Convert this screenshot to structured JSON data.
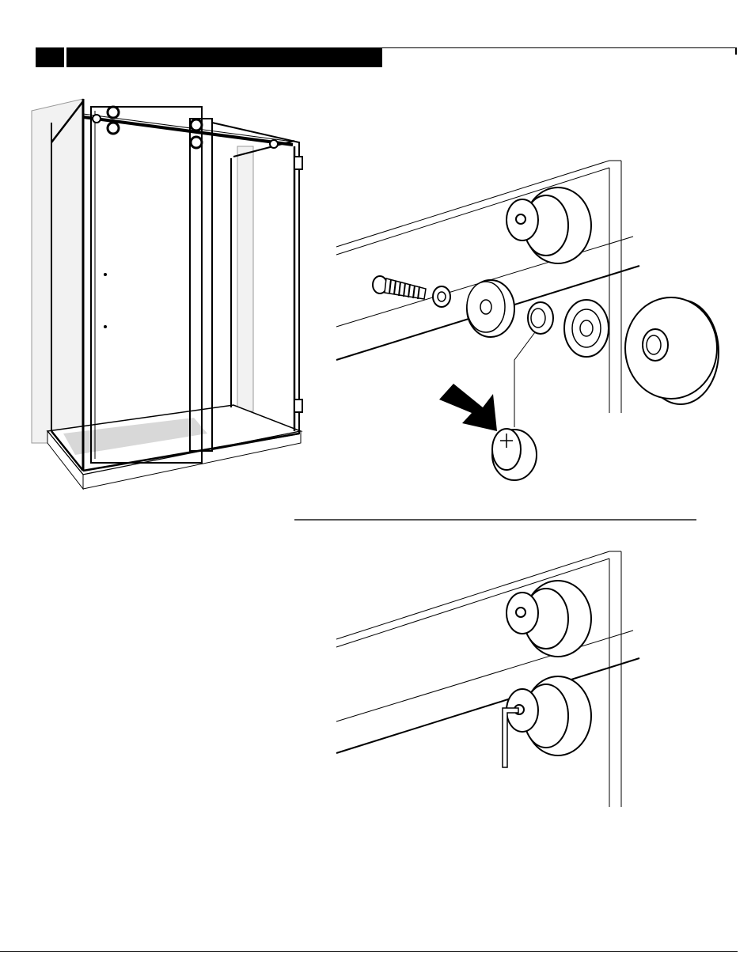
{
  "header": {
    "step_number": "",
    "step_title": ""
  },
  "figures": [
    {
      "name": "shower-enclosure-overview"
    },
    {
      "name": "roller-cap-installation-detail"
    },
    {
      "name": "roller-tightening-detail"
    }
  ],
  "colors": {
    "ink": "#000000",
    "tray_fill": "#d8d8d8",
    "wall_fill": "#f2f2f2"
  }
}
